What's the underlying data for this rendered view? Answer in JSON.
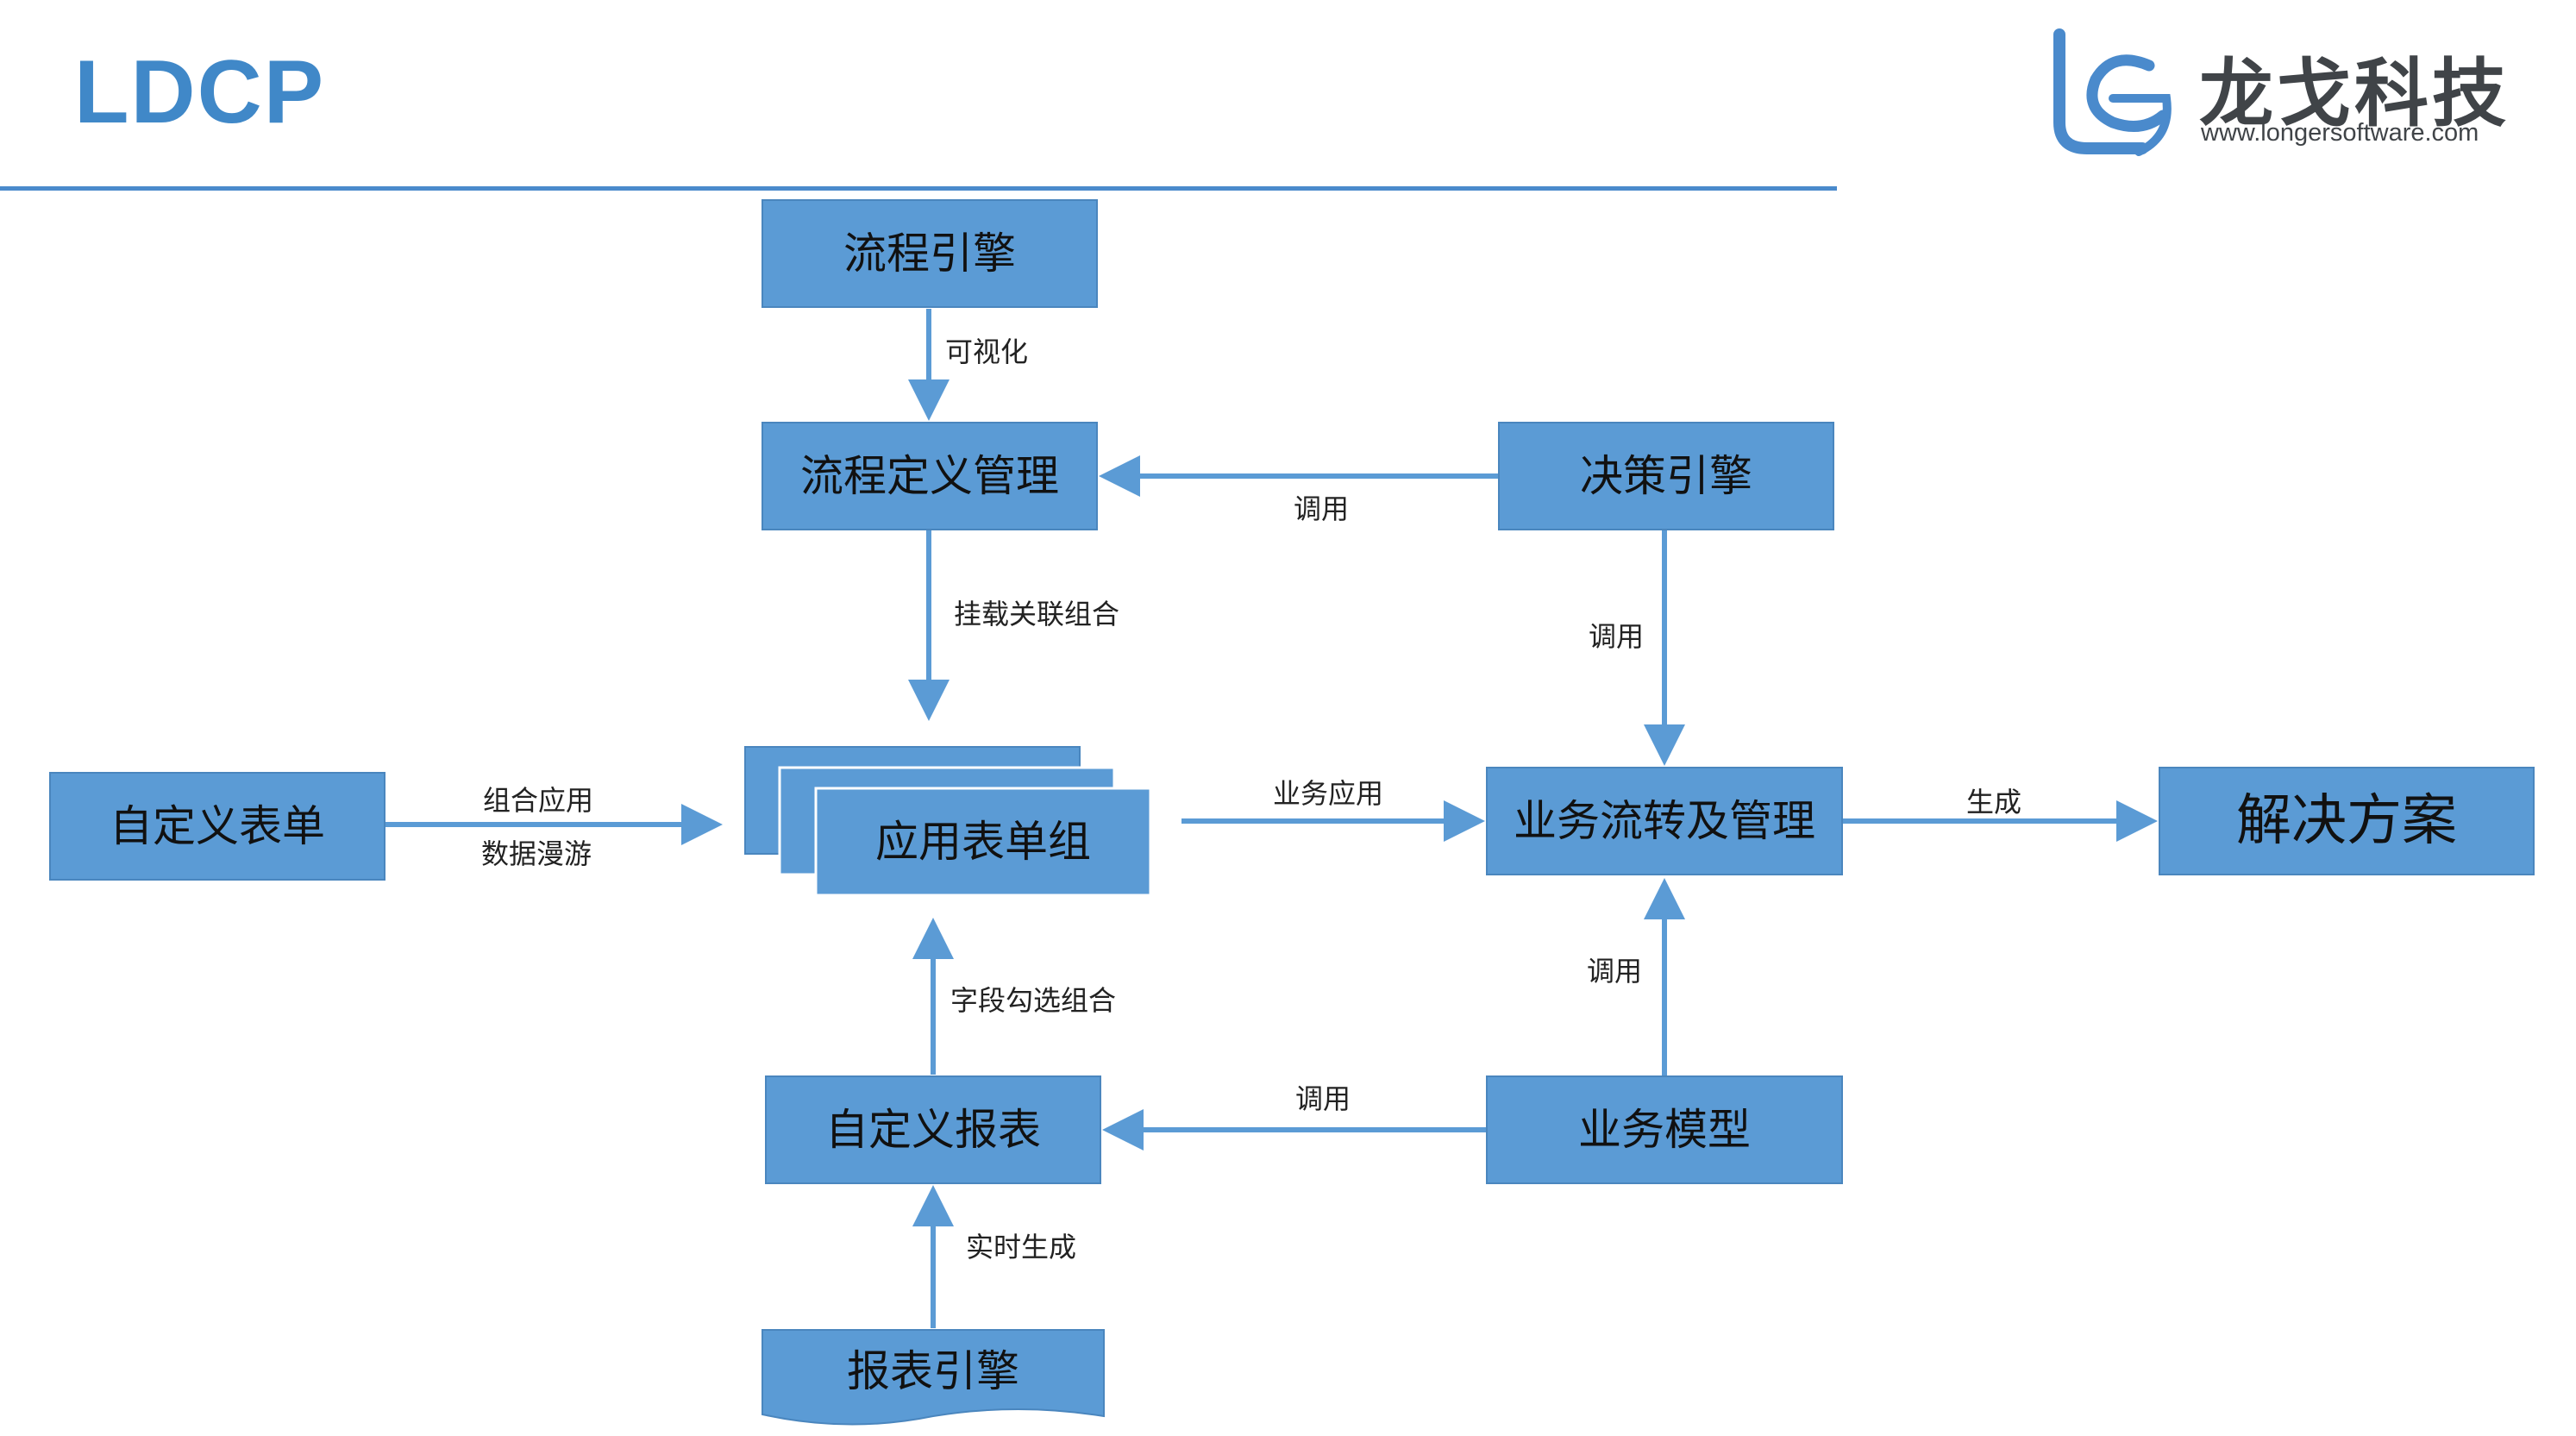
{
  "header": {
    "title": "LDCP",
    "logo_name": "龙戈科技",
    "logo_url": "www.longersoftware.com"
  },
  "colors": {
    "box_fill": "#5B9BD5",
    "box_edge": "#4A86BE",
    "connector": "#5B9BD5",
    "title": "#4088C8",
    "rule": "#4A8ACC"
  },
  "nodes": {
    "process_engine": "流程引擎",
    "process_definition": "流程定义管理",
    "decision_engine": "决策引擎",
    "custom_form": "自定义表单",
    "app_form_group": "应用表单组",
    "business_flow": "业务流转及管理",
    "solution": "解决方案",
    "custom_report": "自定义报表",
    "business_model": "业务模型",
    "report_engine": "报表引擎"
  },
  "edges": {
    "visualize": "可视化",
    "invoke_top": "调用",
    "mount_assoc": "挂载关联组合",
    "invoke_decision": "调用",
    "combine_app": "组合应用",
    "data_roam": "数据漫游",
    "business_app": "业务应用",
    "generate": "生成",
    "field_select": "字段勾选组合",
    "invoke_model_up": "调用",
    "invoke_model_left": "调用",
    "realtime_gen": "实时生成"
  }
}
